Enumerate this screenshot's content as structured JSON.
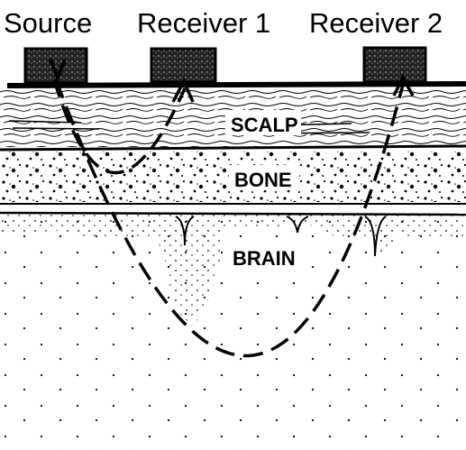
{
  "header": {
    "source_label": "Source",
    "receiver1_label": "Receiver 1",
    "receiver2_label": "Receiver 2"
  },
  "layers": {
    "scalp_label": "SCALP",
    "bone_label": "BONE",
    "brain_label": "BRAIN"
  },
  "colors": {
    "ink": "#000000",
    "paper": "#ffffff"
  }
}
